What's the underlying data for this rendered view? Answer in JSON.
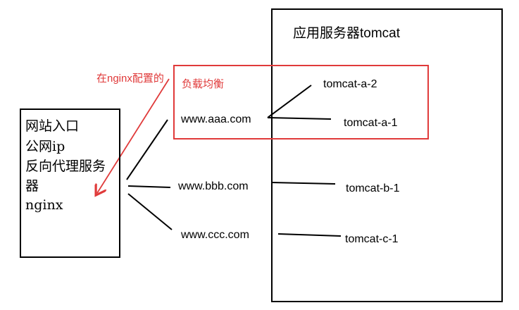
{
  "gateway": {
    "lines": [
      "网站入口",
      "公网ip",
      "反向代理服务",
      "器",
      "nginx"
    ]
  },
  "app_server": {
    "title": "应用服务器tomcat"
  },
  "load_balance": {
    "annotation": "在nginx配置的",
    "label": "负载均衡"
  },
  "domains": [
    "www.aaa.com",
    "www.bbb.com",
    "www.ccc.com"
  ],
  "tomcats": [
    "tomcat-a-2",
    "tomcat-a-1",
    "tomcat-b-1",
    "tomcat-c-1"
  ],
  "colors": {
    "annotation_red": "#e03a3a",
    "line_black": "#000000"
  }
}
